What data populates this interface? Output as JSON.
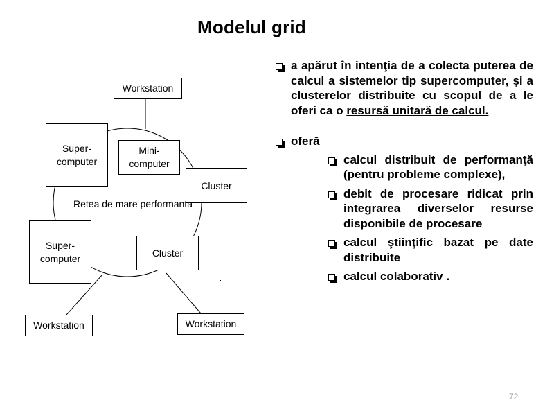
{
  "slide": {
    "title": "Modelul grid",
    "page_number": "72"
  },
  "diagram": {
    "network_label": "Retea de mare performanta",
    "nodes": {
      "workstation_top": "Workstation",
      "supercomputer_1_line1": "Super-",
      "supercomputer_1_line2": "computer",
      "minicomputer_line1": "Mini-",
      "minicomputer_line2": "computer",
      "cluster_right": "Cluster",
      "supercomputer_2_line1": "Super-",
      "supercomputer_2_line2": "computer",
      "cluster_center": "Cluster",
      "workstation_bottom_left": "Workstation",
      "workstation_bottom_right": "Workstation"
    }
  },
  "bullets": {
    "b1_part1": "a apărut în intenţia  de a colecta puterea de calcul a sistemelor tip supercomputer, şi a clusterelor distribuite  cu scopul de a le oferi ca o ",
    "b1_underlined": "resursă unitară de calcul.",
    "b2": "oferă",
    "sub": [
      "calcul distribuit de performanţă (pentru probleme complexe),",
      "debit de procesare ridicat prin integrarea diverselor resurse disponibile de   procesare",
      "calcul ştiinţific bazat pe date distribuite",
      "calcul colaborativ ."
    ]
  }
}
